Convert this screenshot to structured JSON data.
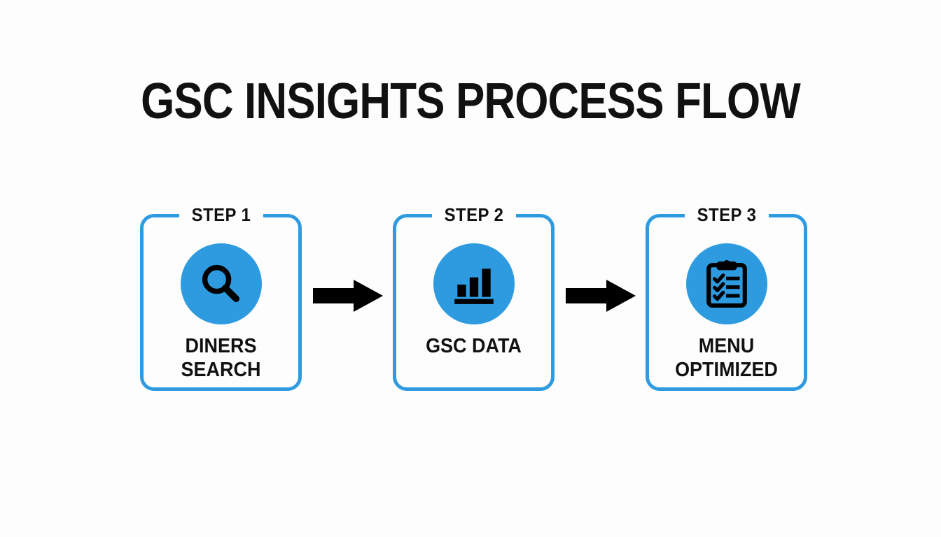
{
  "page": {
    "title": "GSC INSIGHTS PROCESS FLOW",
    "background_color": "#fdfdfd",
    "accent_color": "#2e9be0",
    "text_color": "#111111"
  },
  "flow": {
    "steps": [
      {
        "step_label": "STEP 1",
        "icon": "magnifier-icon",
        "label_line_1": "DINERS",
        "label_line_2": "SEARCH"
      },
      {
        "step_label": "STEP 2",
        "icon": "bar-chart-icon",
        "label_line_1": "GSC DATA",
        "label_line_2": ""
      },
      {
        "step_label": "STEP 3",
        "icon": "clipboard-checklist-icon",
        "label_line_1": "MENU",
        "label_line_2": "OPTIMIZED"
      }
    ],
    "connectors": [
      {
        "icon": "arrow-right-icon"
      },
      {
        "icon": "arrow-right-icon"
      }
    ]
  },
  "chart_data": {
    "type": "diagram",
    "title": "GSC INSIGHTS PROCESS FLOW",
    "diagram_kind": "linear-process-flow",
    "node_count": 3,
    "nodes": [
      {
        "order": 1,
        "step": "STEP 1",
        "name": "DINERS SEARCH",
        "icon": "magnifier-icon"
      },
      {
        "order": 2,
        "step": "STEP 2",
        "name": "GSC DATA",
        "icon": "bar-chart-icon"
      },
      {
        "order": 3,
        "step": "STEP 3",
        "name": "MENU OPTIMIZED",
        "icon": "clipboard-checklist-icon"
      }
    ],
    "edges": [
      {
        "from": "STEP 1",
        "to": "STEP 2",
        "style": "solid-black-arrow"
      },
      {
        "from": "STEP 2",
        "to": "STEP 3",
        "style": "solid-black-arrow"
      }
    ]
  }
}
